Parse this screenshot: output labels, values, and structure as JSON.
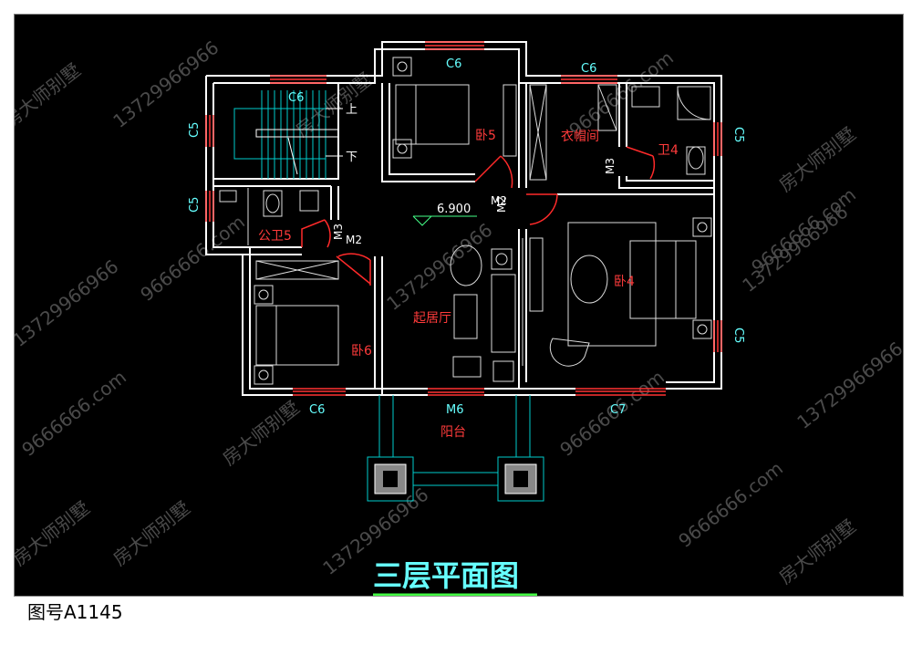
{
  "plan": {
    "title": "三层平面图",
    "drawing_code": "图号A1145",
    "elevation": "6.900",
    "rooms": {
      "bedroom5": "卧5",
      "bedroom4": "卧4",
      "bedroom6": "卧6",
      "closet": "衣帽间",
      "bath4": "卫4",
      "public_bath": "公卫5",
      "living": "起居厅",
      "balcony": "阳台"
    },
    "stair": {
      "up": "上",
      "down": "下"
    },
    "windows": {
      "c6_bed5": "C6",
      "c6_closet": "C6",
      "c6_stair": "C6",
      "c5_stair": "C5",
      "c5_public_bath": "C5",
      "c5_bath4": "C5",
      "c5_bed4": "C5",
      "c6_bed6": "C6",
      "c7_bed4": "C7",
      "m6_living": "M6"
    },
    "doors": {
      "m2_bed5": "M2",
      "m2_closet": "M2",
      "m3_bath4": "M3",
      "m3_public_bath": "M3",
      "m2_bed6": "M2"
    },
    "watermarks": [
      "13729966966",
      "9666666.com",
      "房大师别墅"
    ],
    "colors": {
      "wall": "#ffffff",
      "window": "#ff3333",
      "door": "#ff2a2a",
      "fixture": "#dddddd",
      "text_label": "#ff3b3b",
      "window_label": "#66ffff",
      "title": "#66ffff",
      "title_underline": "#44ff44",
      "stair": "#00cccc",
      "elevation": "#ffffff"
    }
  }
}
